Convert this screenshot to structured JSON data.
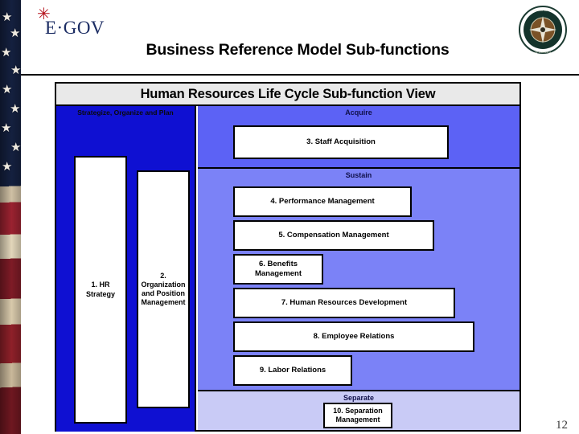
{
  "header": {
    "logo_text": "E·GOV",
    "logo_star_icon": "star-icon",
    "seal_icon": "government-seal-icon",
    "page_title": "Business Reference Model Sub-functions"
  },
  "diagram": {
    "title": "Human Resources Life Cycle Sub-function View",
    "left_column": {
      "label": "Strategize, Organize and Plan",
      "color": "#0f10d2",
      "boxes": [
        {
          "label": "1. HR Strategy"
        },
        {
          "label": "2. Organization and Position Management"
        }
      ]
    },
    "bands": [
      {
        "label": "Acquire",
        "color": "#5c62f5",
        "boxes": [
          {
            "label": "3. Staff Acquisition"
          }
        ]
      },
      {
        "label": "Sustain",
        "color": "#7b82f7",
        "boxes": [
          {
            "label": "4. Performance Management"
          },
          {
            "label": "5. Compensation Management"
          },
          {
            "label": "6. Benefits Management"
          },
          {
            "label": "7. Human Resources Development"
          },
          {
            "label": "8. Employee Relations"
          },
          {
            "label": "9. Labor Relations"
          }
        ]
      },
      {
        "label": "Separate",
        "color": "#c9cbf6",
        "boxes": [
          {
            "label": "10. Separation Management"
          }
        ]
      }
    ]
  },
  "footer": {
    "page_number": "12"
  }
}
